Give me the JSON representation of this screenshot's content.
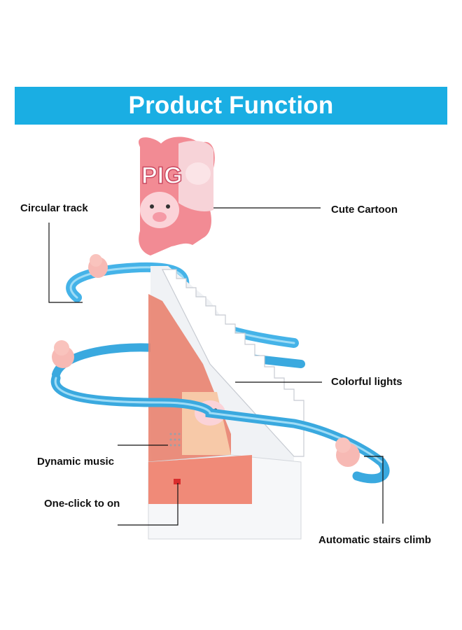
{
  "banner": {
    "title": "Product Function",
    "color": "#1aaee3"
  },
  "callouts": {
    "circular_track": "Circular track",
    "cute_cartoon": "Cute Cartoon",
    "colorful_lights": "Colorful lights",
    "dynamic_music": "Dynamic music",
    "one_click": "One-click to on",
    "auto_stairs": "Automatic stairs climb"
  },
  "product": {
    "sign_text": "PIG",
    "track_color": "#3fb0e6",
    "sign_color": "#f28b94"
  }
}
